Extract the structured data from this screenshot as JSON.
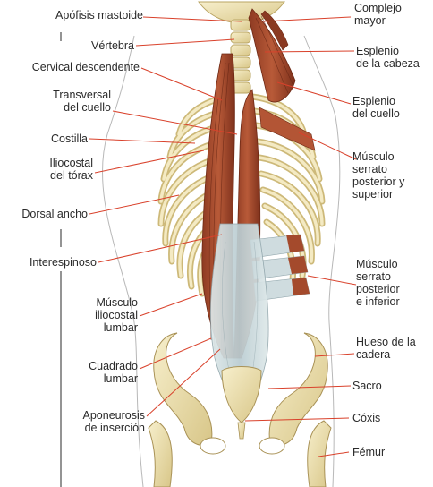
{
  "labels": {
    "left": {
      "apofisis_mastoide": "Apófisis mastoide",
      "vertebra": "Vértebra",
      "cervical_descendente": "Cervical descendente",
      "transversal_del_cuello": "Transversal\ndel cuello",
      "costilla": "Costilla",
      "iliocostal_del_torax": "Iliocostal\ndel tórax",
      "dorsal_ancho": "Dorsal ancho",
      "interespinoso": "Interespinoso",
      "musculo_iliocostal_lumbar": "Músculo\niliocostal\nlumbar",
      "cuadrado_lumbar": "Cuadrado\nlumbar",
      "aponeurosis_de_insercion": "Aponeurosis\nde inserción"
    },
    "right": {
      "complejo_mayor": "Complejo\nmayor",
      "esplenio_de_la_cabeza": "Esplenio\nde la cabeza",
      "esplenio_del_cuello": "Esplenio\ndel cuello",
      "serrato_posterior_superior": "Músculo\nserrato\nposterior y\nsuperior",
      "serrato_posterior_inferior": "Músculo\nserrato\nposterior\ne inferior",
      "hueso_de_la_cadera": "Hueso de la\ncadera",
      "sacro": "Sacro",
      "coxis": "Cóxis",
      "femur": "Fémur"
    }
  },
  "colors": {
    "leader_line": "#d9412b",
    "bone": "#efe3b4",
    "bone_shadow": "#cdb979",
    "muscle": "#a84a2e",
    "muscle_dark": "#7a2d1a",
    "fascia": "#c9d8dc",
    "text": "#2a2a2a"
  }
}
